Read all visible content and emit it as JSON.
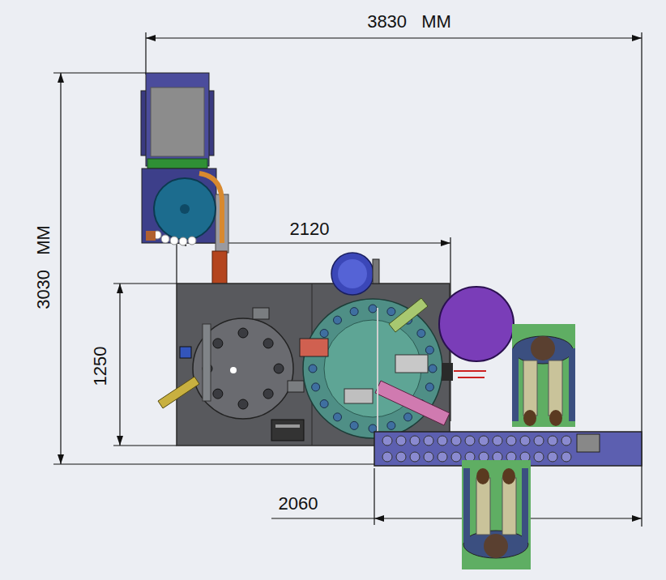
{
  "diagram": {
    "labels": [
      "3830 MM",
      "3030 MM",
      "2120",
      "1250",
      "2060"
    ]
  }
}
